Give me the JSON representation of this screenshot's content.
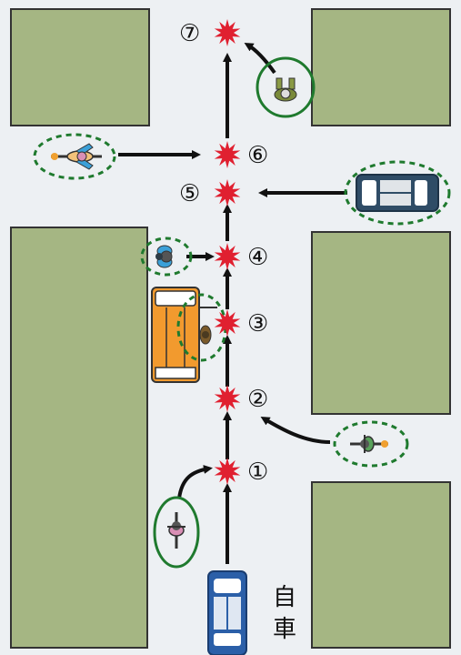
{
  "scene": {
    "ego_vehicle_label": "自\n車",
    "conflict_points": [
      "①",
      "②",
      "③",
      "④",
      "⑤",
      "⑥",
      "⑦"
    ]
  },
  "colors": {
    "road": "#edf0f3",
    "block": "#a5b683",
    "outline": "#333333",
    "arrow": "#111111",
    "star": "#e02030",
    "highlight_circle": "#1f7a2e",
    "ego_car": "#2b5fa8",
    "parked_truck": "#f29a2e",
    "oncoming_car": "#2f4c66"
  },
  "actors": [
    {
      "name": "ego-car",
      "icon": "car-icon"
    },
    {
      "name": "bicycle-left-lower",
      "icon": "bicycle-icon"
    },
    {
      "name": "bicycle-right-lower",
      "icon": "bicycle-icon"
    },
    {
      "name": "parked-truck",
      "icon": "truck-icon"
    },
    {
      "name": "pedestrian-behind-truck",
      "icon": "pedestrian-icon"
    },
    {
      "name": "pedestrian-left",
      "icon": "pedestrian-icon"
    },
    {
      "name": "oncoming-car",
      "icon": "car-icon"
    },
    {
      "name": "bicycle-left-upper",
      "icon": "bicycle-icon"
    },
    {
      "name": "pedestrian-top-right",
      "icon": "pedestrian-icon"
    }
  ]
}
